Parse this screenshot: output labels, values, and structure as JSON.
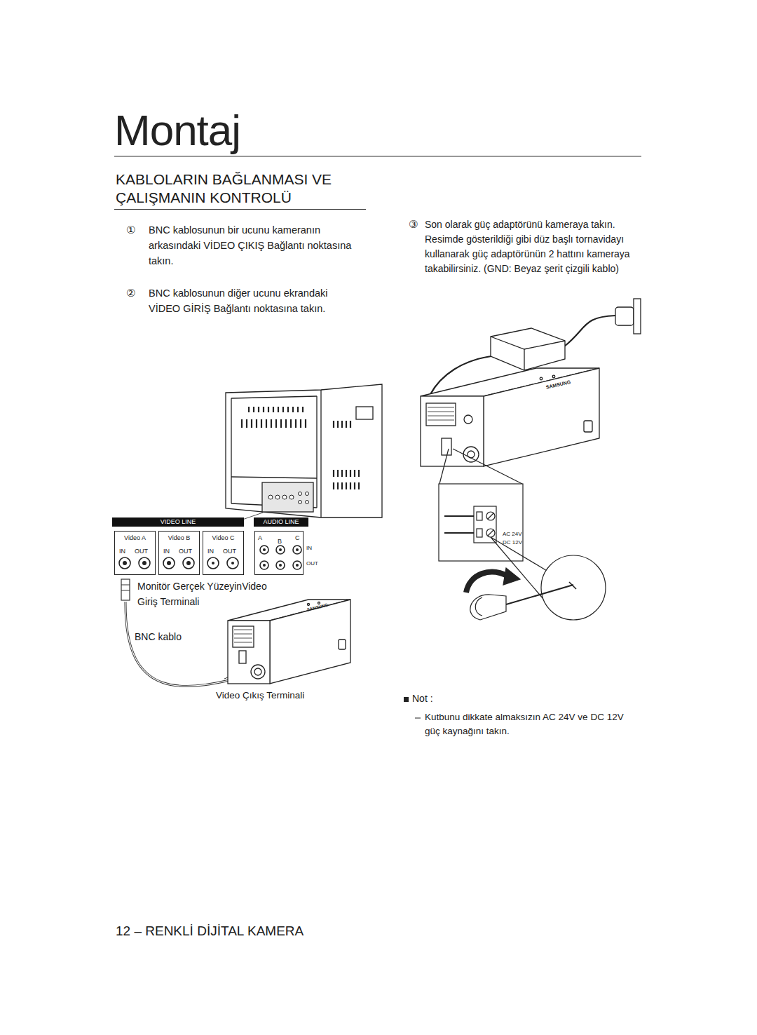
{
  "diagram": {
    "title": "Montaj",
    "nodes": [
      {
        "text": [
          "VIDEO LINE"
        ]
      },
      {
        "text": [
          "Video A",
          "IN",
          "OUT"
        ]
      },
      {
        "text": [
          "Video B",
          "IN",
          "OUT"
        ]
      },
      {
        "text": [
          "Video C",
          "IN",
          "OUT"
        ]
      },
      {
        "text": [
          "AUDIO LINE"
        ]
      },
      {
        "text": [
          "A",
          "B",
          "C"
        ]
      }
    ],
    "labels": [
      "KABLOLARIN BAĞLANMASI VE ÇALIŞMANIN KONTROLÜ",
      "①",
      "BNC kablosunun bir ucunu kameranın arkasındaki VİDEO ÇIKIŞ Bağlantı noktasına takın.",
      "②",
      "BNC kablosunun diğer ucunu ekrandaki VİDEO GİRİŞ Bağlantı noktasına takın.",
      "③",
      "Son olarak güç adaptörünü kameraya takın. Resimde gösterildiği gibi düz başlı tornavidayı kullanarak güç adaptörünün 2 hattını kameraya takabilirsiniz. (GND: Beyaz şerit çizgili kablo)",
      "SAMSUNG",
      "AC 24V",
      "DC 12V",
      "IN",
      "OUT",
      "Monitör Gerçek YüzeyinVideo Giriş Terminali",
      "BNC kablo",
      "SAMSUNG",
      "Video Çıkış Terminali",
      "Not :",
      "Kutbunu dikkate almaksızın AC 24V ve DC 12V güç kaynağını takın.",
      "12 – RENKLİ DİJİTAL KAMERA"
    ]
  }
}
